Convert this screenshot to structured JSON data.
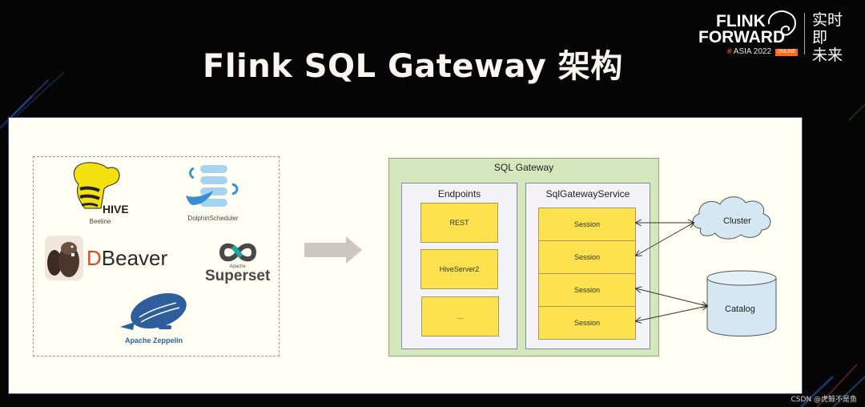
{
  "slide": {
    "title": "Flink SQL Gateway 架构",
    "logo": {
      "line1": "FLINK",
      "line2": "FORWARD",
      "hash": "#",
      "event": "ASIA 2022",
      "badge": "ONLINE",
      "slogan_line1": "实时即",
      "slogan_line2": "未来"
    },
    "watermark": "CSDN @虎鲸不是鱼"
  },
  "clients": [
    {
      "name": "Hive",
      "logo_text": "HIVE",
      "caption": "Beeline",
      "icon": "hive-bee-icon"
    },
    {
      "name": "DolphinScheduler",
      "caption": "DolphinScheduler",
      "icon": "dolphinscheduler-icon"
    },
    {
      "name": "DBeaver",
      "logo_text_first": "D",
      "logo_text_rest": "Beaver",
      "icon": "beaver-icon"
    },
    {
      "name": "Superset",
      "logo_small": "Apache",
      "logo_text": "Superset",
      "icon": "superset-infinity-icon"
    },
    {
      "name": "Apache Zeppelin",
      "caption": "Apache Zeppelin",
      "icon": "zeppelin-airship-icon"
    }
  ],
  "flow_arrow": {
    "icon": "right-arrow-icon"
  },
  "gateway": {
    "title": "SQL Gateway",
    "endpoints": {
      "title": "Endpoints",
      "items": [
        "REST",
        "HiveServer2",
        "..."
      ]
    },
    "service": {
      "title": "SqlGatewayService",
      "sessions": [
        "Session",
        "Session",
        "Session",
        "Session"
      ]
    }
  },
  "external": {
    "cluster": "Cluster",
    "catalog": "Catalog"
  },
  "colors": {
    "background": "#050505",
    "slide_bg": "#fffff3",
    "gateway_bg": "#d5e8bd",
    "panel_bg": "#f4f4f8",
    "box_yellow": "#fde14e",
    "cloud_fill": "#d4e7f2",
    "accent_orange": "#ff6a13",
    "dbeaver_red": "#e5451f",
    "hive_yellow": "#f5e00f",
    "zeppelin_blue": "#2f5e9c"
  }
}
